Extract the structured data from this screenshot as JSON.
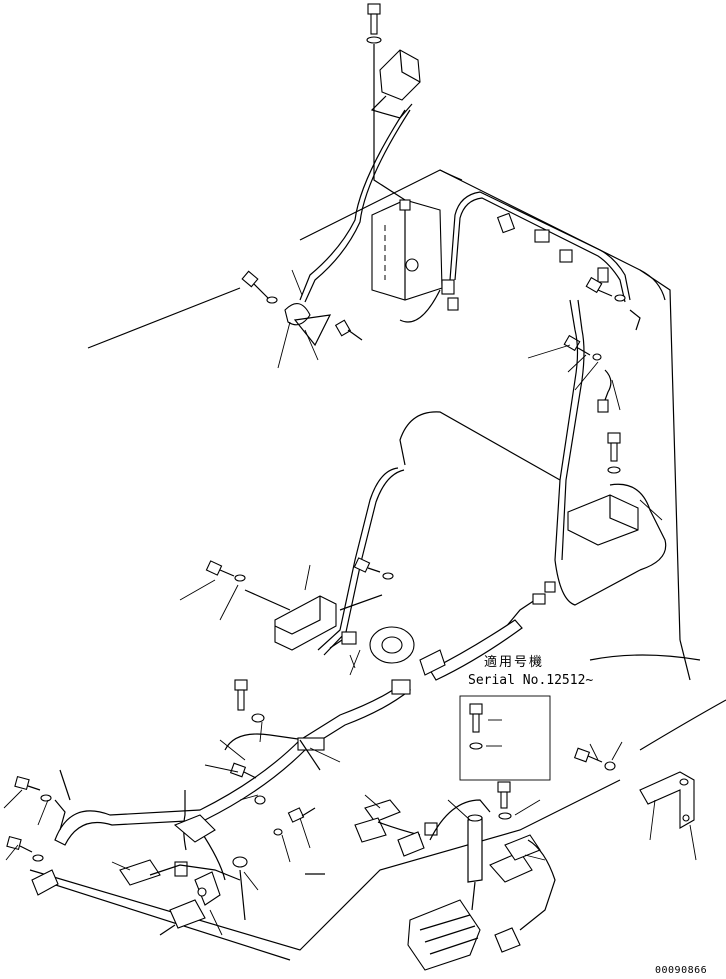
{
  "drawing": {
    "applicability_label": "適用号機",
    "serial_label": "Serial No.12512~",
    "drawing_code": "00090866"
  },
  "colors": {
    "line": "#000000",
    "background": "#ffffff"
  },
  "icons": [
    "bolt-icon",
    "washer-icon",
    "lamp-icon",
    "connector-icon",
    "clamp-icon",
    "bracket-icon",
    "relay-box-icon"
  ]
}
